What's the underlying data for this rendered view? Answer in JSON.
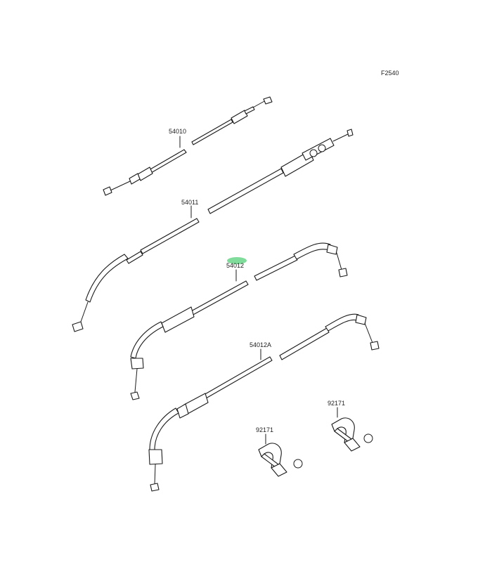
{
  "figure_code": "F2540",
  "callouts": [
    {
      "id": "c1",
      "text": "54010",
      "highlighted": false
    },
    {
      "id": "c2",
      "text": "54011",
      "highlighted": false
    },
    {
      "id": "c3",
      "text": "54012",
      "highlighted": true
    },
    {
      "id": "c4",
      "text": "54012A",
      "highlighted": false
    },
    {
      "id": "c5",
      "text": "92171",
      "highlighted": false
    },
    {
      "id": "c6",
      "text": "92171",
      "highlighted": false
    }
  ],
  "highlight_color": "#7fdc9a",
  "line_color": "#1a1a1a"
}
